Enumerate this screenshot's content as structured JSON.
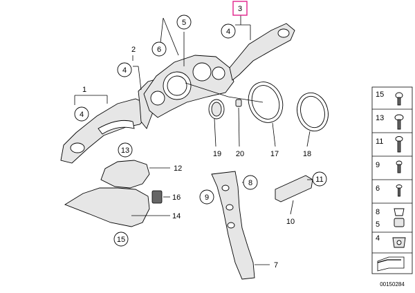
{
  "colors": {
    "highlight": "#e0208a",
    "line": "#000000",
    "part_fill": "#e6e6e6"
  },
  "callouts": {
    "c1": "1",
    "c2": "2",
    "c3": "3",
    "c4a": "4",
    "c4b": "4",
    "c4c": "4",
    "c5": "5",
    "c6": "6",
    "c7": "7",
    "c8": "8",
    "c9": "9",
    "c10": "10",
    "c11": "11",
    "c12": "12",
    "c13": "13",
    "c14": "14",
    "c15": "15",
    "c16": "16",
    "c17": "17",
    "c18": "18",
    "c19": "19",
    "c20": "20"
  },
  "legend": {
    "items": [
      "15",
      "13",
      "11",
      "9",
      "6",
      "8",
      "5",
      "4"
    ],
    "icons": [
      "screw-icon",
      "screw-icon",
      "screw-icon",
      "screw-icon",
      "screw-icon",
      "clip-icon",
      "clip-icon",
      "clip-icon"
    ]
  },
  "doc_number": "00150284"
}
